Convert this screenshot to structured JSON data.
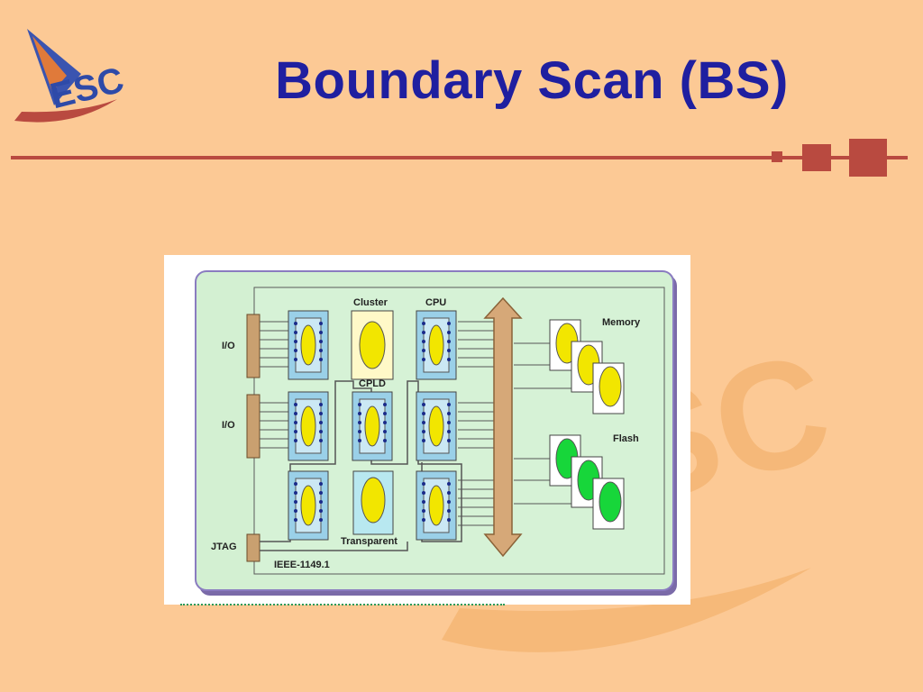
{
  "slide": {
    "title": "Boundary Scan (BS)",
    "logo_text": "ESC"
  },
  "diagram": {
    "labels": {
      "io_top": "I/O",
      "io_middle": "I/O",
      "jtag": "JTAG",
      "standard": "IEEE-1149.1",
      "cluster": "Cluster",
      "cpu": "CPU",
      "cpld": "CPLD",
      "transparent": "Transparent",
      "memory": "Memory",
      "flash": "Flash"
    }
  },
  "colors": {
    "background": "#fcc995",
    "title": "#1f1fa0",
    "accent": "#b94a40",
    "board": "#d3f0d2",
    "chip_yellow": "#f2e600",
    "chip_green": "#17d63a",
    "bus": "#d6a878"
  }
}
